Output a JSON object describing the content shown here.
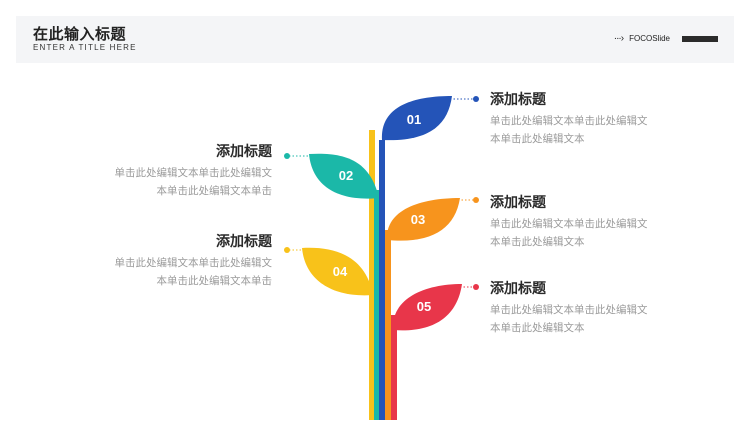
{
  "header": {
    "title": "在此输入标题",
    "subtitle": "ENTER A TITLE HERE",
    "brand": "FOCOSlide"
  },
  "steps": [
    {
      "num": "01",
      "title": "添加标题",
      "text": "单击此处编辑文本单击此处编辑文本单击此处编辑文本",
      "color": "#2454b8"
    },
    {
      "num": "02",
      "title": "添加标题",
      "text": "单击此处编辑文本单击此处编辑文本单击此处编辑文本单击",
      "color": "#1bb8a8"
    },
    {
      "num": "03",
      "title": "添加标题",
      "text": "单击此处编辑文本单击此处编辑文本单击此处编辑文本",
      "color": "#f7941d"
    },
    {
      "num": "04",
      "title": "添加标题",
      "text": "单击此处编辑文本单击此处编辑文本单击此处编辑文本单击",
      "color": "#f8c21a"
    },
    {
      "num": "05",
      "title": "添加标题",
      "text": "单击此处编辑文本单击此处编辑文本单击此处编辑文本",
      "color": "#e8364a"
    }
  ]
}
